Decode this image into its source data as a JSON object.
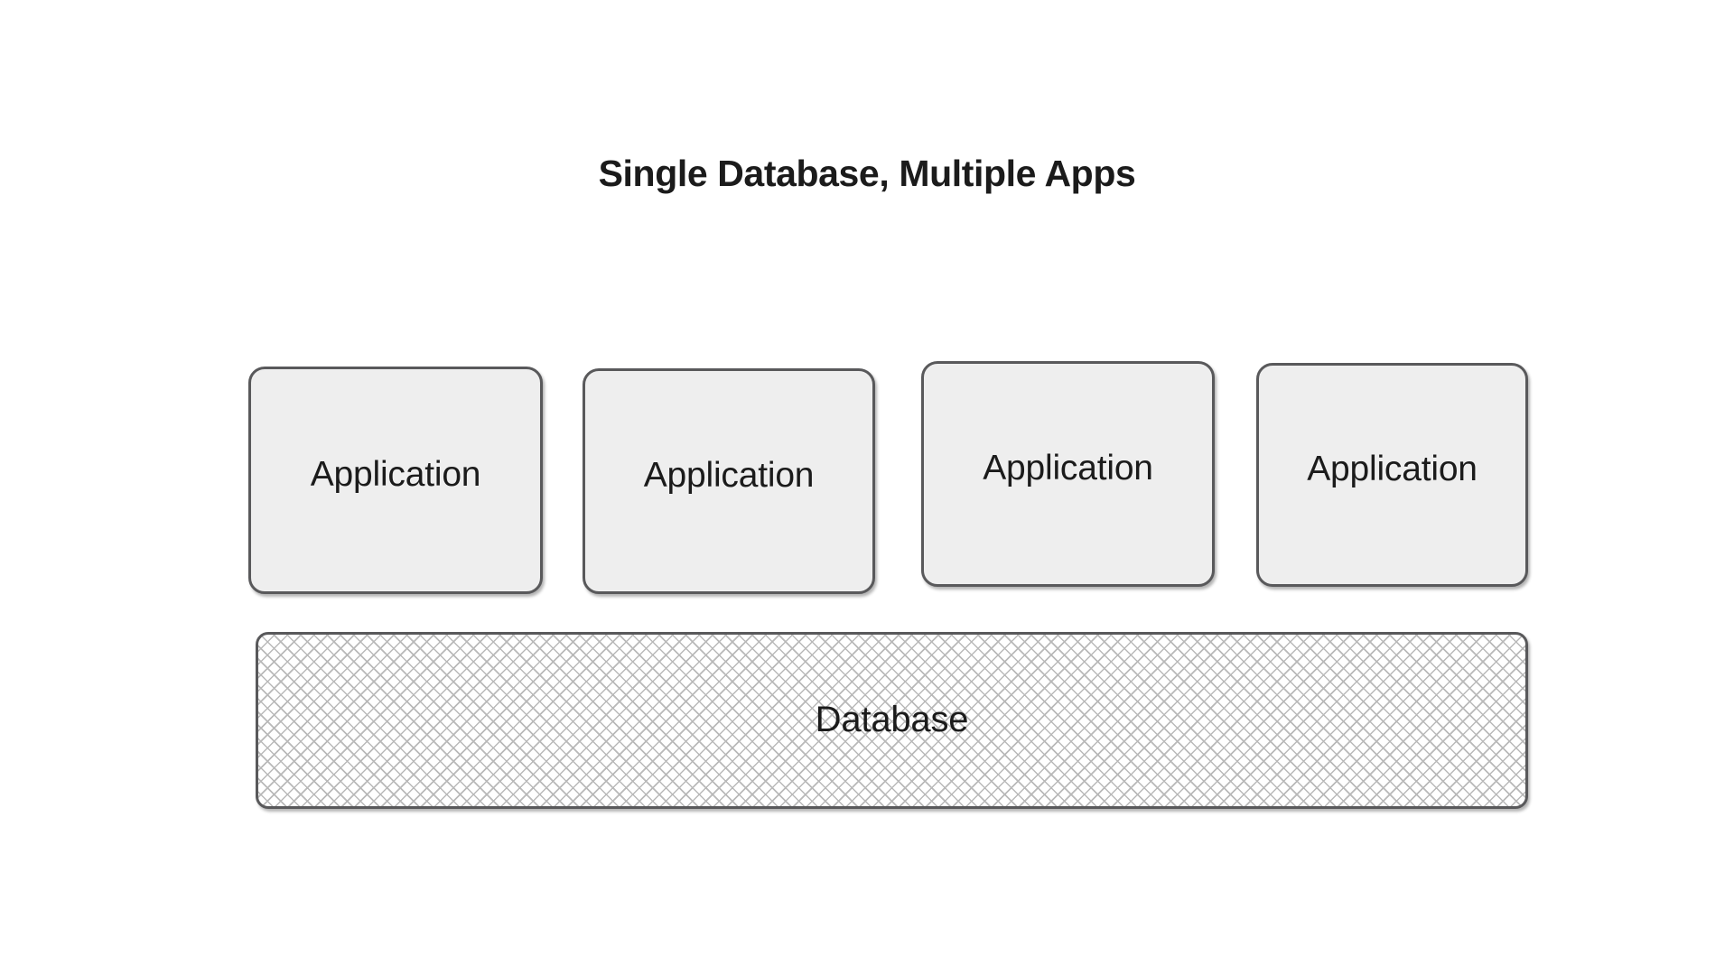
{
  "diagram": {
    "title": "Single Database, Multiple Apps",
    "background_color": "#ffffff",
    "text_color": "#1b1b1b",
    "border_color": "#59595b",
    "app_fill_color": "#eeeeee",
    "db_fill_color": "#ffffff",
    "db_hatch_color": "#b9b9b9",
    "applications": [
      {
        "label": "Application"
      },
      {
        "label": "Application"
      },
      {
        "label": "Application"
      },
      {
        "label": "Application"
      }
    ],
    "database": {
      "label": "Database"
    }
  }
}
